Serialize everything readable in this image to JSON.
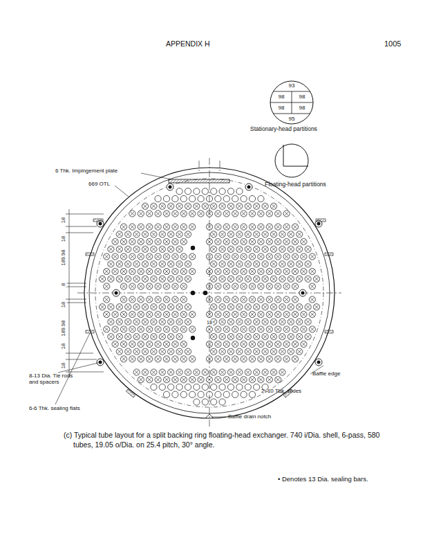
{
  "diagram": {
    "caption": "(c) Typical tube layout for a split backing ring floating-head exchanger. 740 i/Dia. shell, 6-pass, 580 tubes, 19.05 o/Dia. on 25.4 pitch, 30° angle.",
    "nodes": [
      {
        "text": [
          "93",
          "98",
          "98",
          "98",
          "98",
          "95"
        ]
      }
    ],
    "labels": [
      "APPENDIX H",
      "1005",
      "Stationary-head partitions",
      "Floating-head partitions",
      "6 Thk. Impingement plate",
      "669 OTL",
      "18",
      "18",
      "189.98",
      "8",
      "18",
      "189.98",
      "18",
      "18",
      "18",
      "8-13 Dia. Tie rods and spacers",
      "6-6 Thk. sealing flats",
      "Baffle edge",
      "2–10 Thk. slides",
      "Baffle drain notch",
      "• Denotes 13 Dia. sealing bars."
    ]
  }
}
